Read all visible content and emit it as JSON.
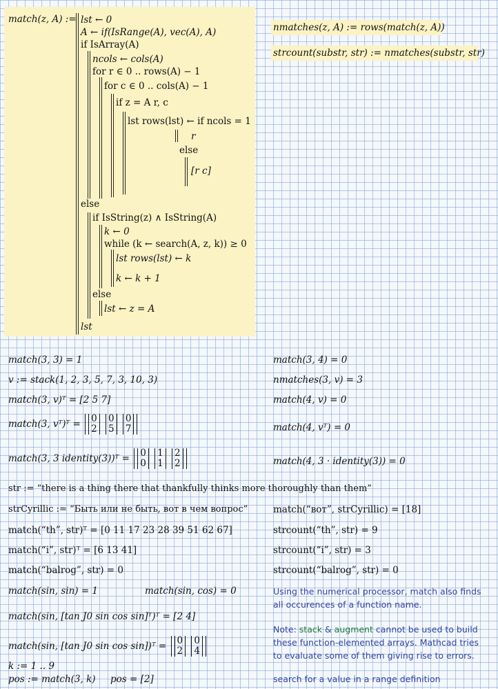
{
  "program": {
    "header": "match(z, A) :=",
    "lines": [
      "lst ← 0",
      "A ← if(IsRange(A), vec(A), A)",
      "if IsArray(A)",
      "ncols ← cols(A)",
      "for r ∈ 0 .. rows(A) − 1",
      "for c ∈ 0 .. cols(A) − 1",
      "if z = A r, c",
      "lst rows(lst) ← if ncols = 1",
      "r",
      "else",
      "[r c]",
      "else",
      "if IsString(z) ∧ IsString(A)",
      "k ← 0",
      "while (k ← search(A, z, k)) ≥ 0",
      "lst rows(lst) ← k",
      "k ← k + 1",
      "else",
      "lst ← z = A",
      "lst"
    ]
  },
  "defs": {
    "nmatches": "nmatches(z, A) := rows(match(z, A))",
    "strcount": "strcount(substr, str) := nmatches(substr, str)"
  },
  "left": {
    "l1": "match(3, 3) = 1",
    "l2": "v := stack(1, 2, 3, 5, 7, 3, 10, 3)",
    "l3": "match(3, v)ᵀ = [2  5  7]",
    "l4": "match(3, vᵀ)ᵀ =",
    "l4_cols": [
      [
        "0",
        "2"
      ],
      [
        "0",
        "5"
      ],
      [
        "0",
        "7"
      ]
    ],
    "l5": "match(3, 3 identity(3))ᵀ =",
    "l5_cols": [
      [
        "0",
        "0"
      ],
      [
        "1",
        "1"
      ],
      [
        "2",
        "2"
      ]
    ],
    "str": "str := “there is a thing there that thankfully thinks more thoroughly than them”",
    "strCyrillic": "strCyrillic := “Быть или не быть, вот в чем вопрос”",
    "th": "match(“th”, str)ᵀ = [0  11  17  23  28  39  51  62  67]",
    "i": "match(“i”, str)ᵀ = [6  13  41]",
    "balrog": "match(“balrog”, str) = 0",
    "sinsin": "match(sin, sin) = 1",
    "sincos": "match(sin, cos) = 0",
    "list1": "match(sin, [tan  J0  sin  cos  sin]ᵀ)ᵀ = [2  4]",
    "list2": "match(sin, [tan  J0  sin  cos  sin])ᵀ =",
    "list2_cols": [
      [
        "0",
        "2"
      ],
      [
        "0",
        "4"
      ]
    ],
    "k": "k := 1 .. 9",
    "pos": "pos := match(3, k)",
    "pos_val": "pos = [2]"
  },
  "right": {
    "r1": "match(3, 4) = 0",
    "r2": "nmatches(3, v) = 3",
    "r3": "match(4, v) = 0",
    "r4": "match(4, vᵀ) = 0",
    "r5": "match(4, 3 · identity(3)) = 0",
    "vot": "match(“вот”, strCyrillic) = [18]",
    "c_th": "strcount(“th”, str) = 9",
    "c_i": "strcount(“i”, str) = 3",
    "c_balrog": "strcount(“balrog”, str) = 0"
  },
  "notes": {
    "n1": "Using the numerical processor, match also finds all occurences of a function name.",
    "n2a": "Note: ",
    "n2_stack": "stack",
    "n2_amp": " & ",
    "n2_augment": "augment",
    "n2b": " cannot be used to build these function-elemented arrays.  Mathcad tries to evaluate some of them giving rise to errors.",
    "n3": "search for a value in a range definition"
  },
  "colors": {
    "program_bg": "#fbf3c4",
    "function": "#1f7a3a",
    "keyword": "#7a2a8a",
    "note": "#3545a0",
    "grid": "#9fbfe0"
  }
}
